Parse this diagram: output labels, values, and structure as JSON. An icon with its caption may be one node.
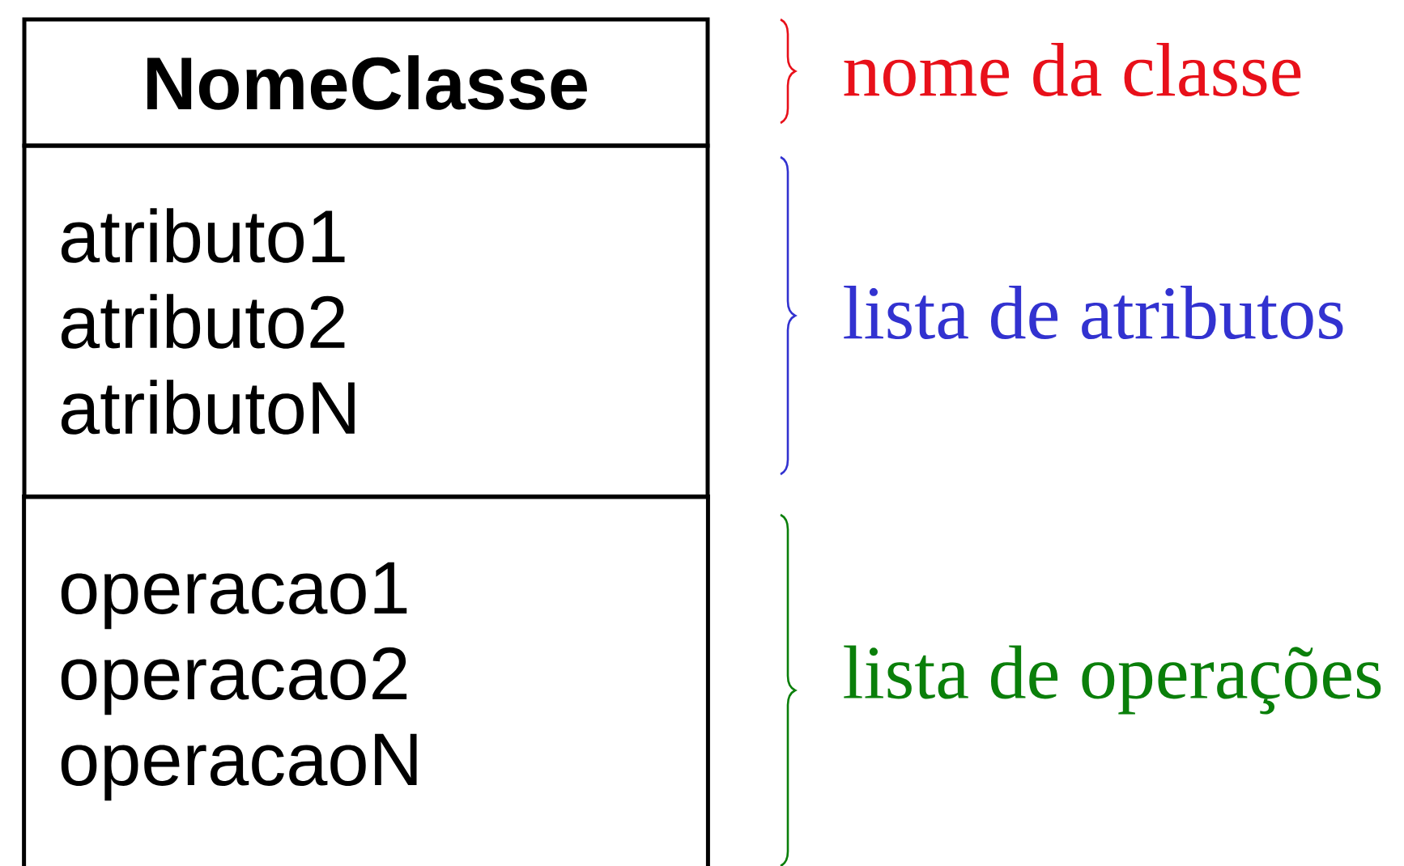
{
  "diagram": {
    "nodes": [
      {
        "text": [
          "NomeClasse"
        ]
      },
      {
        "text": [
          "atributo1",
          "atributo2",
          "atributoN"
        ]
      },
      {
        "text": [
          "operacao1",
          "operacao2",
          "operacaoN"
        ]
      }
    ],
    "labels": [
      "nome da classe",
      "lista de atributos",
      "lista de operações"
    ]
  }
}
